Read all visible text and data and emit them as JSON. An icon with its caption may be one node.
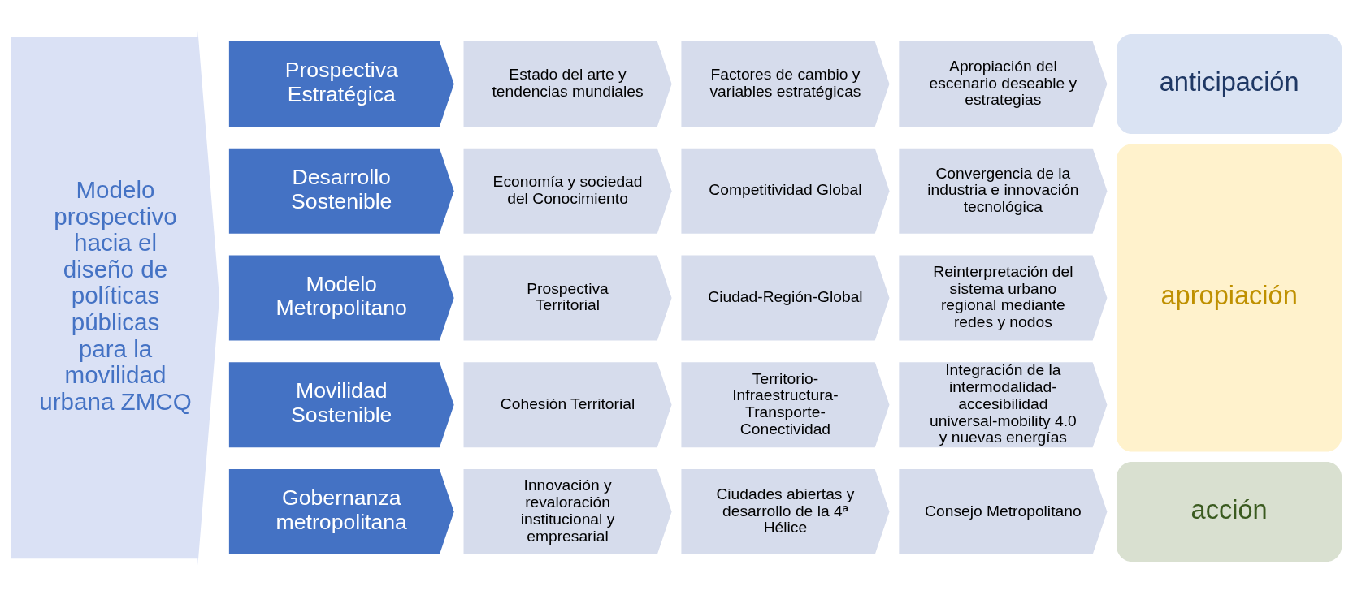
{
  "diagram": {
    "nodes": [
      {
        "text": [
          "Modelo prospectivo hacia el diseño de políticas públicas para la movilidad urbana ZMCQ"
        ]
      },
      {
        "text": [
          "Prospectiva Estratégica"
        ]
      },
      {
        "text": [
          "Estado del arte y tendencias mundiales"
        ]
      },
      {
        "text": [
          "Factores de cambio y variables estratégicas"
        ]
      },
      {
        "text": [
          "Apropiación del escenario deseable y estrategias"
        ]
      },
      {
        "text": [
          "anticipación"
        ]
      },
      {
        "text": [
          "Desarrollo Sostenible"
        ]
      },
      {
        "text": [
          "Economía y sociedad del Conocimiento"
        ]
      },
      {
        "text": [
          "Competitividad Global"
        ]
      },
      {
        "text": [
          "Convergencia de la industria e innovación tecnológica"
        ]
      },
      {
        "text": [
          "apropiación"
        ]
      },
      {
        "text": [
          "Modelo Metropolitano"
        ]
      },
      {
        "text": [
          "Prospectiva Territorial"
        ]
      },
      {
        "text": [
          "Ciudad-Región-Global"
        ]
      },
      {
        "text": [
          "Reinterpretación del sistema urbano regional mediante redes y nodos"
        ]
      },
      {
        "text": [
          "Movilidad Sostenible"
        ]
      },
      {
        "text": [
          "Cohesión Territorial"
        ]
      },
      {
        "text": [
          "Territorio-Infraestructura-Transporte-Conectividad"
        ]
      },
      {
        "text": [
          "Integración de la intermodalidad-accesibilidad universal-mobility 4.0 y nuevas energías"
        ]
      },
      {
        "text": [
          "Gobernanza metropolitana"
        ]
      },
      {
        "text": [
          "Innovación y revaloración institucional y empresarial"
        ]
      },
      {
        "text": [
          "Ciudades abiertas y desarrollo de la 4ª Hélice"
        ]
      },
      {
        "text": [
          "Consejo Metropolitano"
        ]
      },
      {
        "text": [
          "acción"
        ]
      }
    ]
  }
}
